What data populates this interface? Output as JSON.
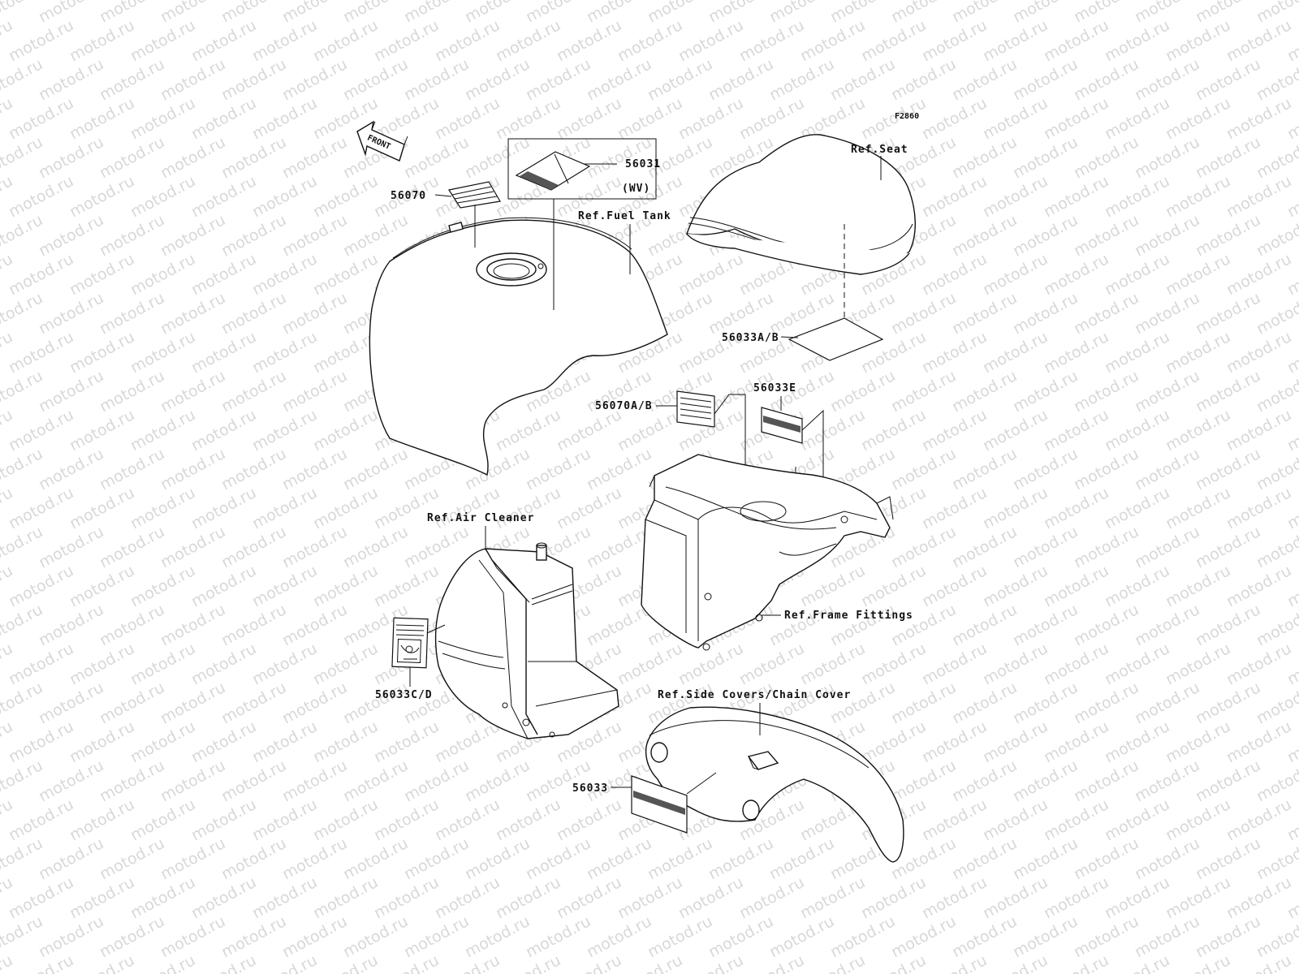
{
  "figure_code": "F2860",
  "watermark_text": "motod.ru",
  "front_arrow": "FRONT",
  "callouts": {
    "c56070": "56070",
    "c56031": "56031",
    "c56031_note": "(WV)",
    "fuel_tank": "Ref.Fuel Tank",
    "seat": "Ref.Seat",
    "c56033ab": "56033A/B",
    "c56070ab": "56070A/B",
    "c56033e": "56033E",
    "air_cleaner": "Ref.Air Cleaner",
    "frame_fittings": "Ref.Frame Fittings",
    "c56033cd": "56033C/D",
    "side_covers": "Ref.Side Covers/Chain Cover",
    "c56033": "56033"
  },
  "colors": {
    "line": "#111111",
    "watermark": "#d8d8d8",
    "background": "#ffffff"
  }
}
